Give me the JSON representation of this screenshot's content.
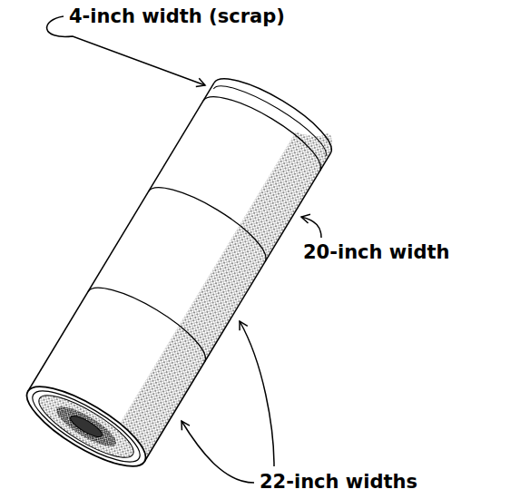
{
  "diagram": {
    "labels": [
      "4-inch width (scrap)",
      "20-inch width",
      "22-inch widths"
    ]
  }
}
